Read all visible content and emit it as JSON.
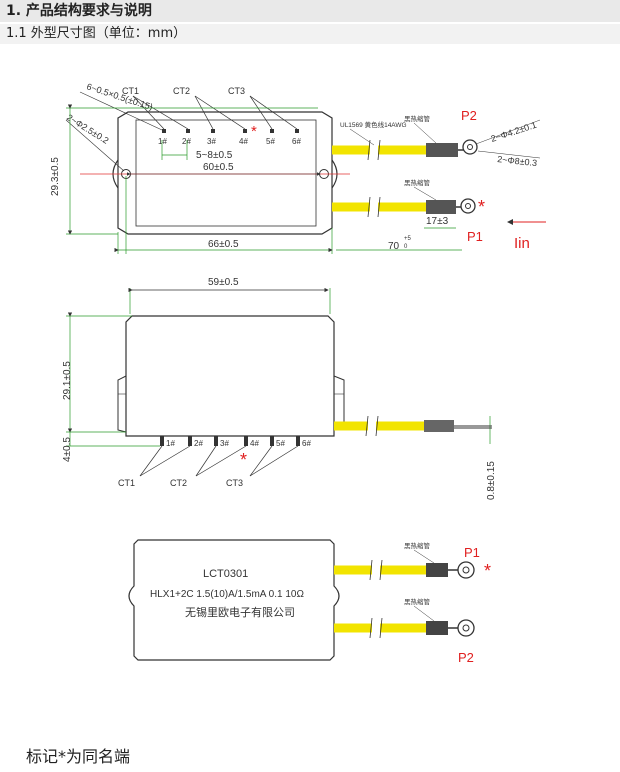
{
  "section": {
    "title": "1. 产品结构要求与说明",
    "subtitle": "1.1 外型尺寸图（单位：mm）"
  },
  "top_view": {
    "pin_labels": [
      "CT1",
      "CT2",
      "CT3"
    ],
    "pin_numbers": [
      "1#",
      "2#",
      "3#",
      "4#",
      "5#",
      "6#"
    ],
    "dim_pin_tol": "6~0.5×0.5(±0.15)",
    "dim_hole": "2~Φ2.5±0.2",
    "dim_height": "29.3±0.5",
    "dim_pitch": "5~8±0.5",
    "dim_hole_span": "60±0.5",
    "dim_width": "66±0.5",
    "wire_spec": "UL1569 黄色线14AWG",
    "sleeve": "黑热缩管",
    "dim_ring_hole": "2~Φ4.2±0.1",
    "dim_ring_outer": "2~Φ8±0.3",
    "dim_strip": "17±3",
    "dim_lead": "70",
    "dim_lead_tol_upper": "+5",
    "dim_lead_tol_lower": "0",
    "label_p2": "P2",
    "label_p1": "P1",
    "label_iin": "Iin",
    "star": "*"
  },
  "side_view": {
    "dim_top_width": "59±0.5",
    "dim_height": "29.1±0.5",
    "dim_pin_len": "4±0.5",
    "dim_thickness": "0.8±0.15",
    "pin_numbers": [
      "1#",
      "2#",
      "3#",
      "4#",
      "5#",
      "6#"
    ],
    "pin_labels": [
      "CT1",
      "CT2",
      "CT3"
    ],
    "star": "*"
  },
  "bottom_view": {
    "model": "LCT0301",
    "spec": "HLX1+2C 1.5(10)A/1.5mA 0.1 10Ω",
    "company": "无锡里欧电子有限公司",
    "sleeve": "黑热缩管",
    "label_p1": "P1",
    "label_p2": "P2",
    "star": "*"
  },
  "footnote": "标记*为同名端",
  "colors": {
    "wire": "#f2e400",
    "dim": "#2a9a2a",
    "red": "#e02020",
    "outline": "#333333"
  }
}
